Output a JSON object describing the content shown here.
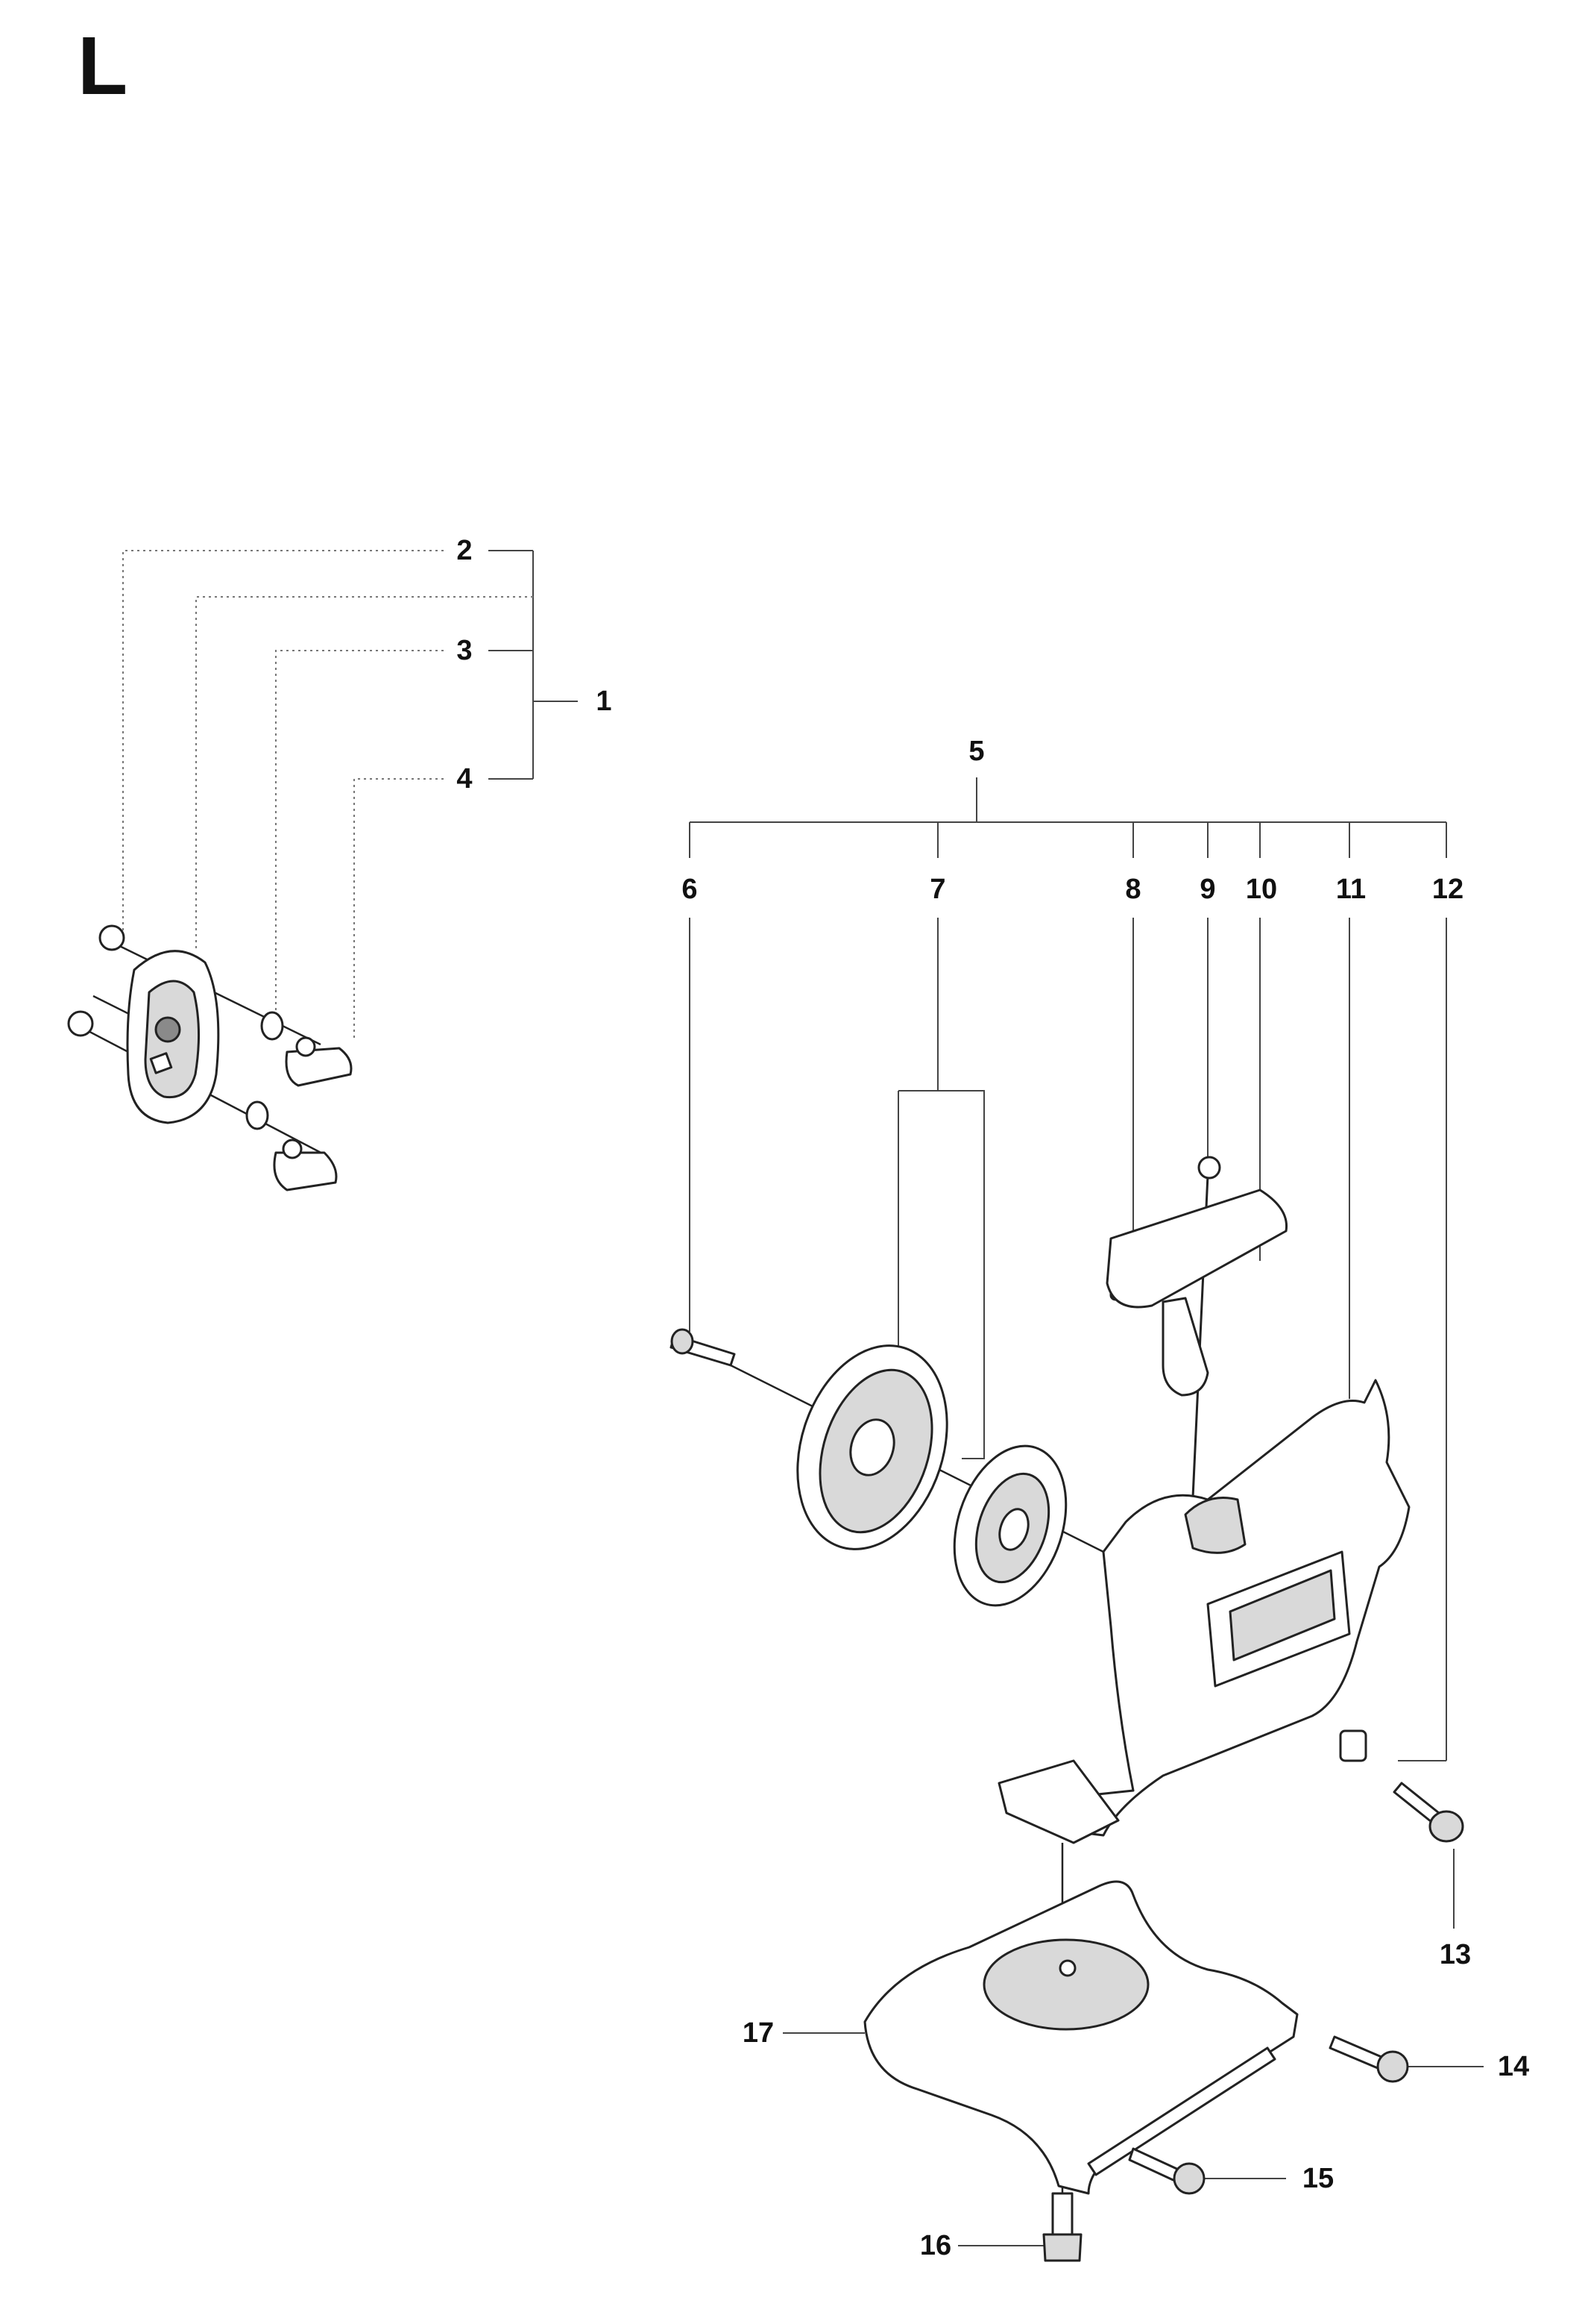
{
  "section": "L",
  "callouts": {
    "c1": "1",
    "c2": "2",
    "c3": "3",
    "c4": "4",
    "c5": "5",
    "c6": "6",
    "c7": "7",
    "c8": "8",
    "c9": "9",
    "c10": "10",
    "c11": "11",
    "c12": "12",
    "c13": "13",
    "c14": "14",
    "c15": "15",
    "c16": "16",
    "c17": "17"
  }
}
